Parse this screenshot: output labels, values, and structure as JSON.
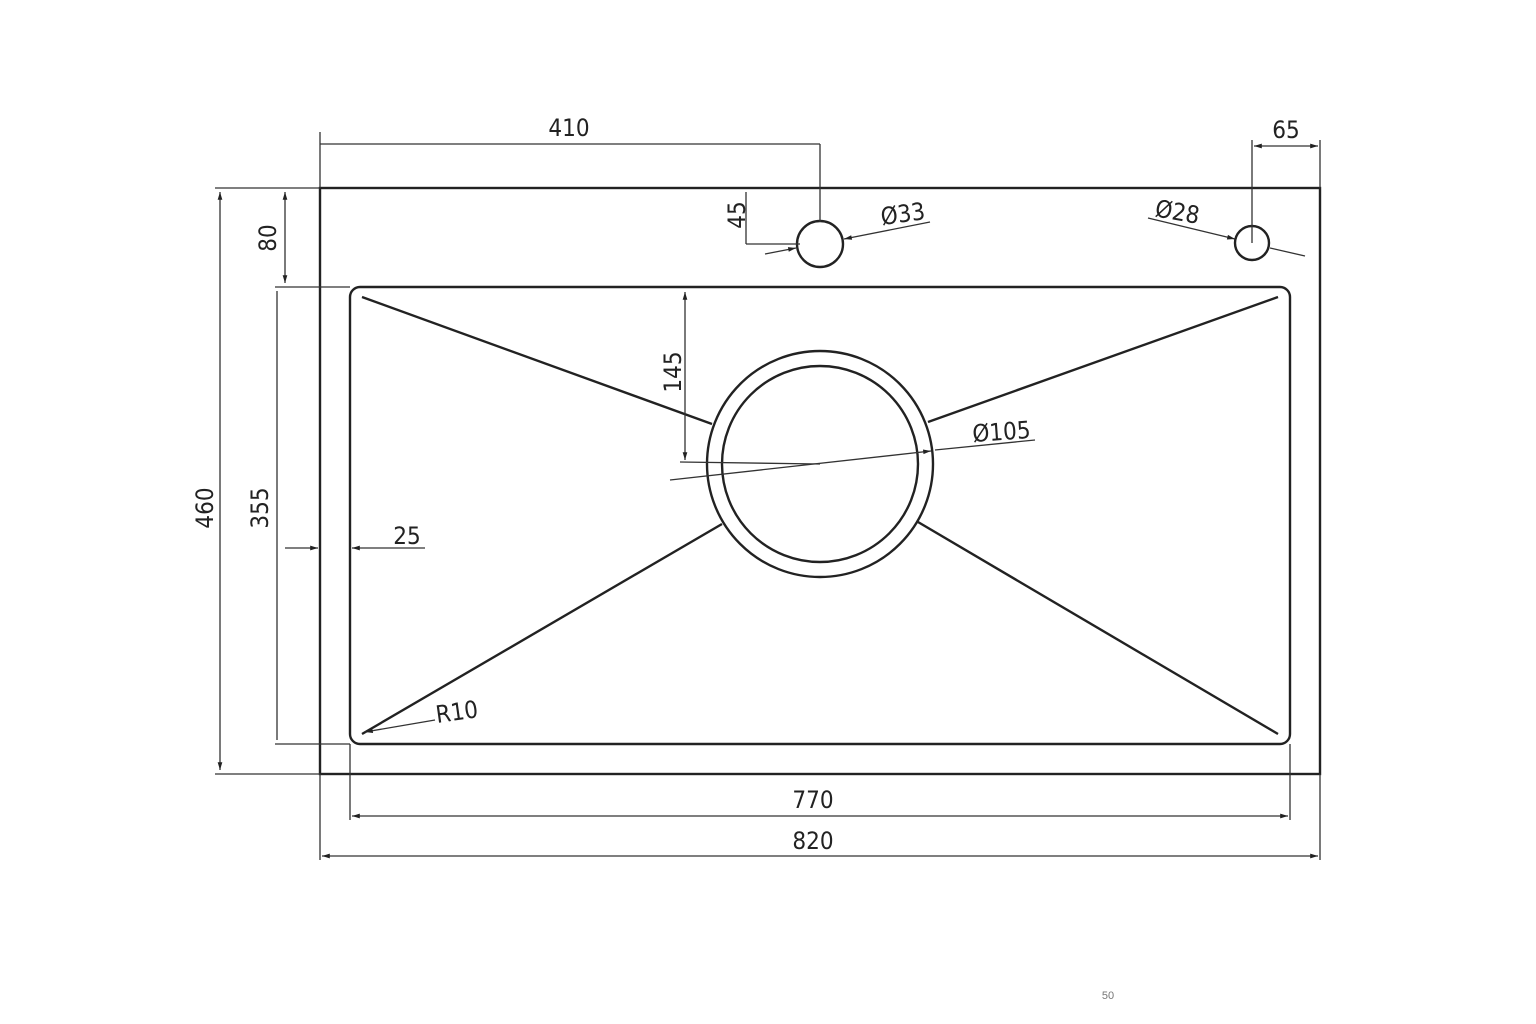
{
  "drawing": {
    "title": "Kitchen sink dimension drawing",
    "dimensions": {
      "tap_hole_offset": "410",
      "side_hole_offset": "65",
      "tap_hole_edge": "45",
      "tap_hole_diameter": "Ø33",
      "side_hole_diameter": "Ø28",
      "overall_depth": "460",
      "deck_width": "80",
      "bowl_depth": "355",
      "drain_offset": "145",
      "drain_diameter": "Ø105",
      "side_margin": "25",
      "corner_radius": "R10",
      "bowl_width": "770",
      "overall_width": "820"
    },
    "page_number": "50"
  }
}
